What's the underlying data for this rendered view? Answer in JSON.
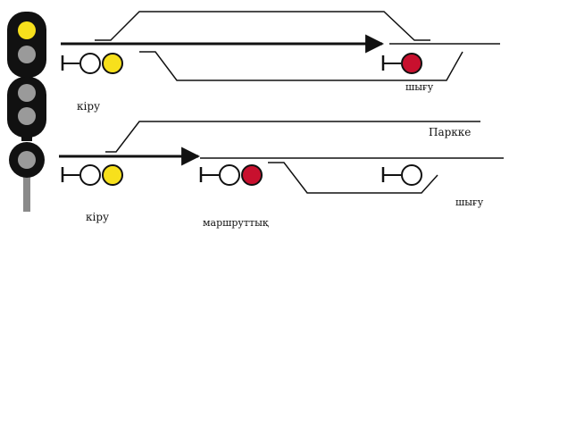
{
  "colors": {
    "line": "#111111",
    "yellow": "#f7e01c",
    "red": "#c8102e",
    "signal_body": "#111111",
    "lens_off": "#9a9a9a",
    "mast": "#8a8a8a"
  },
  "mast_signal": {
    "heads": [
      {
        "lamps": [
          "yellow",
          "off"
        ]
      },
      {
        "lamps": [
          "off",
          "off"
        ]
      },
      {
        "lamps": [
          "off"
        ]
      }
    ]
  },
  "scheme_top": {
    "signals": [
      {
        "name": "entry",
        "lamps": [
          "white",
          "yellow"
        ]
      },
      {
        "name": "exit",
        "lamps": [
          "red"
        ]
      }
    ],
    "labels": {
      "entry": "кіру",
      "exit": "шығу"
    }
  },
  "scheme_bottom": {
    "signals": [
      {
        "name": "entry",
        "lamps": [
          "white",
          "yellow"
        ]
      },
      {
        "name": "route",
        "lamps": [
          "white",
          "red"
        ]
      },
      {
        "name": "exit",
        "lamps": [
          "white"
        ]
      }
    ],
    "labels": {
      "entry": "кіру",
      "route": "маршруттық",
      "park": "Паркке",
      "exit": "шығу"
    }
  }
}
